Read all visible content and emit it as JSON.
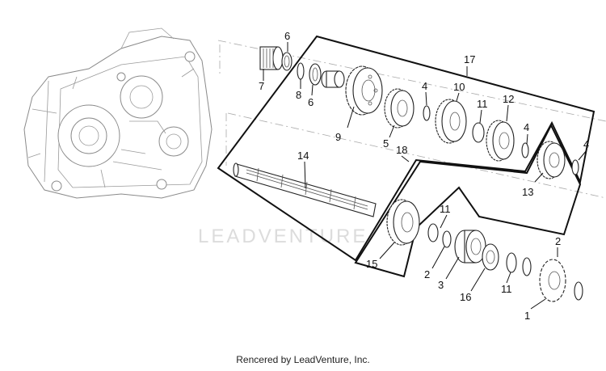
{
  "watermark": "LEADVENTURE",
  "footer": "Rencered by LeadVenture, Inc.",
  "callouts": {
    "c1": "1",
    "c2a": "2",
    "c2b": "2",
    "c3": "3",
    "c4a": "4",
    "c4b": "4",
    "c4c": "4",
    "c5": "5",
    "c6a": "6",
    "c6b": "6",
    "c7": "7",
    "c8": "8",
    "c9": "9",
    "c10": "10",
    "c11a": "11",
    "c11b": "11",
    "c11c": "11",
    "c12": "12",
    "c13": "13",
    "c14": "14",
    "c15": "15",
    "c16": "16",
    "c17": "17",
    "c18": "18"
  }
}
